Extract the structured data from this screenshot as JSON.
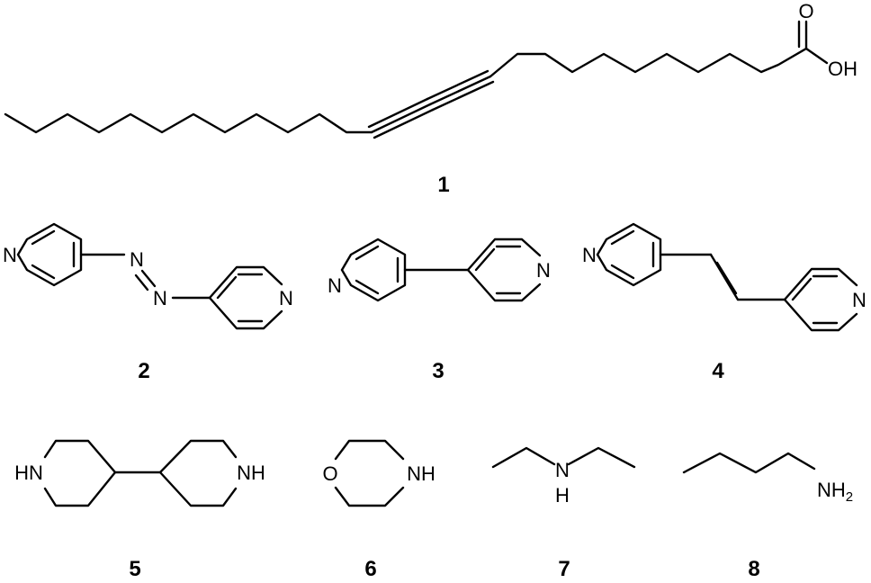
{
  "compounds": {
    "c1": {
      "id": "1",
      "atoms": {
        "o_top": "O",
        "oh": "OH"
      }
    },
    "c2": {
      "id": "2",
      "atoms": {
        "n_ring1": "N",
        "n_azo1": "N",
        "n_azo2": "N",
        "n_ring2": "N"
      }
    },
    "c3": {
      "id": "3",
      "atoms": {
        "n_ring1": "N",
        "n_ring2": "N"
      }
    },
    "c4": {
      "id": "4",
      "atoms": {
        "n_ring1": "N",
        "n_ring2": "N"
      }
    },
    "c5": {
      "id": "5",
      "atoms": {
        "hn_left": "HN",
        "nh_right": "NH"
      }
    },
    "c6": {
      "id": "6",
      "atoms": {
        "o": "O",
        "nh": "NH"
      }
    },
    "c7": {
      "id": "7",
      "atoms": {
        "n": "N",
        "h": "H"
      }
    },
    "c8": {
      "id": "8",
      "atoms": {
        "nh": "NH",
        "sub2": "2"
      }
    }
  }
}
